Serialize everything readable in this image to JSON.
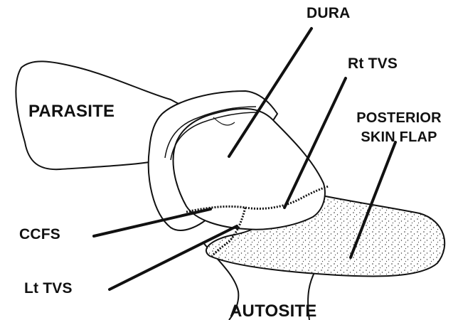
{
  "labels": {
    "dura": "DURA",
    "rt_tvs": "Rt TVS",
    "parasite": "PARASITE",
    "posterior_line1": "POSTERIOR",
    "posterior_line2": "SKIN FLAP",
    "ccfs": "CCFS",
    "lt_tvs": "Lt TVS",
    "autosite": "AUTOSITE"
  },
  "colors": {
    "ink": "#111111",
    "paper": "#ffffff",
    "stipple": "#333333"
  }
}
